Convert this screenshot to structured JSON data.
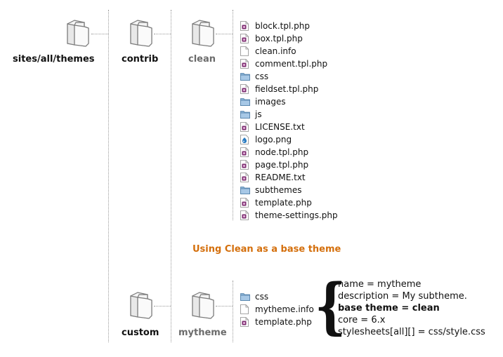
{
  "top_tree": {
    "folders": [
      {
        "label": "sites/all/themes",
        "icon": "folder-icon"
      },
      {
        "label": "contrib",
        "icon": "folder-icon"
      },
      {
        "label": "clean",
        "icon": "folder-icon"
      }
    ],
    "files": [
      {
        "name": "block.tpl.php",
        "icon": "php-file-icon"
      },
      {
        "name": "box.tpl.php",
        "icon": "php-file-icon"
      },
      {
        "name": "clean.info",
        "icon": "text-file-icon"
      },
      {
        "name": "comment.tpl.php",
        "icon": "php-file-icon"
      },
      {
        "name": "css",
        "icon": "folder-icon"
      },
      {
        "name": "fieldset.tpl.php",
        "icon": "php-file-icon"
      },
      {
        "name": "images",
        "icon": "folder-icon"
      },
      {
        "name": "js",
        "icon": "folder-icon"
      },
      {
        "name": "LICENSE.txt",
        "icon": "php-file-icon"
      },
      {
        "name": "logo.png",
        "icon": "drupal-image-icon"
      },
      {
        "name": "node.tpl.php",
        "icon": "php-file-icon"
      },
      {
        "name": "page.tpl.php",
        "icon": "php-file-icon"
      },
      {
        "name": "README.txt",
        "icon": "php-file-icon"
      },
      {
        "name": "subthemes",
        "icon": "folder-icon"
      },
      {
        "name": "template.php",
        "icon": "php-file-icon"
      },
      {
        "name": "theme-settings.php",
        "icon": "php-file-icon"
      }
    ]
  },
  "caption": "Using Clean as a base theme",
  "bottom_tree": {
    "folders": [
      {
        "label": "custom",
        "icon": "folder-icon"
      },
      {
        "label": "mytheme",
        "icon": "folder-icon"
      }
    ],
    "files": [
      {
        "name": "css",
        "icon": "folder-icon"
      },
      {
        "name": "mytheme.info",
        "icon": "text-file-icon"
      },
      {
        "name": "template.php",
        "icon": "php-file-icon"
      }
    ]
  },
  "info_file": {
    "lines": [
      {
        "text": "name = mytheme",
        "bold": false
      },
      {
        "text": "description = My subtheme.",
        "bold": false
      },
      {
        "text": "base theme = clean",
        "bold": true
      },
      {
        "text": "core = 6.x",
        "bold": false
      },
      {
        "text": "stylesheets[all][] = css/style.css",
        "bold": false
      }
    ]
  },
  "colors": {
    "caption": "#d46f0c",
    "folder": "#8ab3d6",
    "php_icon": "#7a2a6e",
    "gray_label": "#6b6b6b"
  }
}
